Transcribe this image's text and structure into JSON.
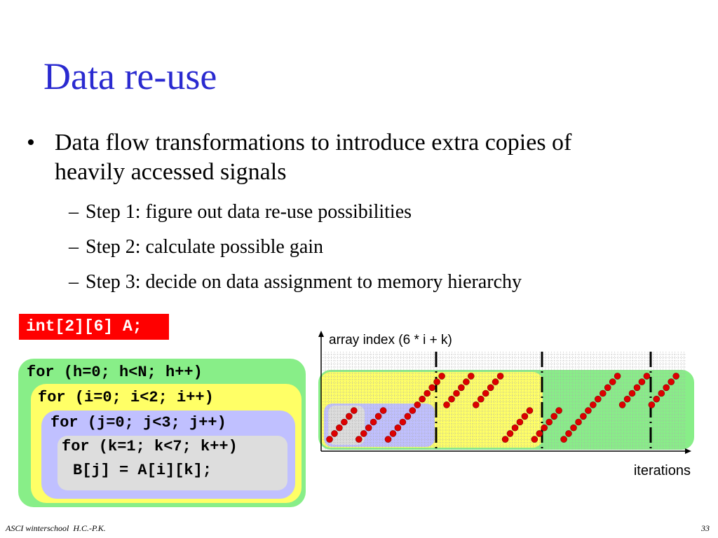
{
  "slide": {
    "title": "Data re-use",
    "bullet": "Data flow transformations to introduce extra copies of heavily accessed signals",
    "bullet_marker": "•",
    "steps": [
      "Step 1: figure out data re-use possibilities",
      "Step 2: calculate possible gain",
      "Step 3: decide on data assignment to memory hierarchy"
    ],
    "step_marker": "–",
    "declaration": "int[2][6] A;",
    "code_lines": [
      "for (h=0; h<N; h++)",
      "for (i=0; i<2; i++)",
      "for (j=0; j<3; j++)",
      "for (k=1; k<7; k++)",
      "B[j] = A[i][k];"
    ],
    "footer_left": "ASCI winterschool  H.C.-P.K.",
    "page_number": "33"
  },
  "colors": {
    "title": "#2a2ad0",
    "declaration_bg": "#ff0000",
    "outer_loop": "#88ee88",
    "i_loop": "#ffff66",
    "j_loop": "#c0c0ff",
    "k_loop": "#dddddd",
    "points": "#dd0000"
  },
  "chart_data": {
    "type": "scatter",
    "ylabel": "array index (6 * i + k)",
    "xlabel": "iterations",
    "grid": true,
    "series": [
      {
        "x": [
          0,
          1,
          2,
          3,
          4,
          5,
          6,
          7,
          8,
          9,
          10,
          11,
          12,
          13,
          14,
          15,
          16,
          17,
          18,
          19,
          20,
          21,
          22,
          23,
          24,
          25,
          26,
          27,
          28,
          29,
          30,
          31,
          32,
          33,
          34,
          35,
          36,
          37,
          38,
          39,
          40,
          41,
          42,
          43,
          44,
          45,
          46,
          47,
          48,
          49,
          50,
          51,
          52,
          53,
          54,
          55,
          56,
          57,
          58,
          59,
          60,
          61,
          62,
          63,
          64,
          65,
          66,
          67,
          68,
          69,
          70,
          71
        ],
        "y": [
          1,
          2,
          3,
          4,
          5,
          6,
          1,
          2,
          3,
          4,
          5,
          6,
          1,
          2,
          3,
          4,
          5,
          6,
          7,
          8,
          9,
          10,
          11,
          12,
          7,
          8,
          9,
          10,
          11,
          12,
          7,
          8,
          9,
          10,
          11,
          12,
          1,
          2,
          3,
          4,
          5,
          6,
          1,
          2,
          3,
          4,
          5,
          6,
          1,
          2,
          3,
          4,
          5,
          6,
          7,
          8,
          9,
          10,
          11,
          12,
          7,
          8,
          9,
          10,
          11,
          12,
          7,
          8,
          9,
          10,
          11,
          12
        ]
      }
    ]
  }
}
